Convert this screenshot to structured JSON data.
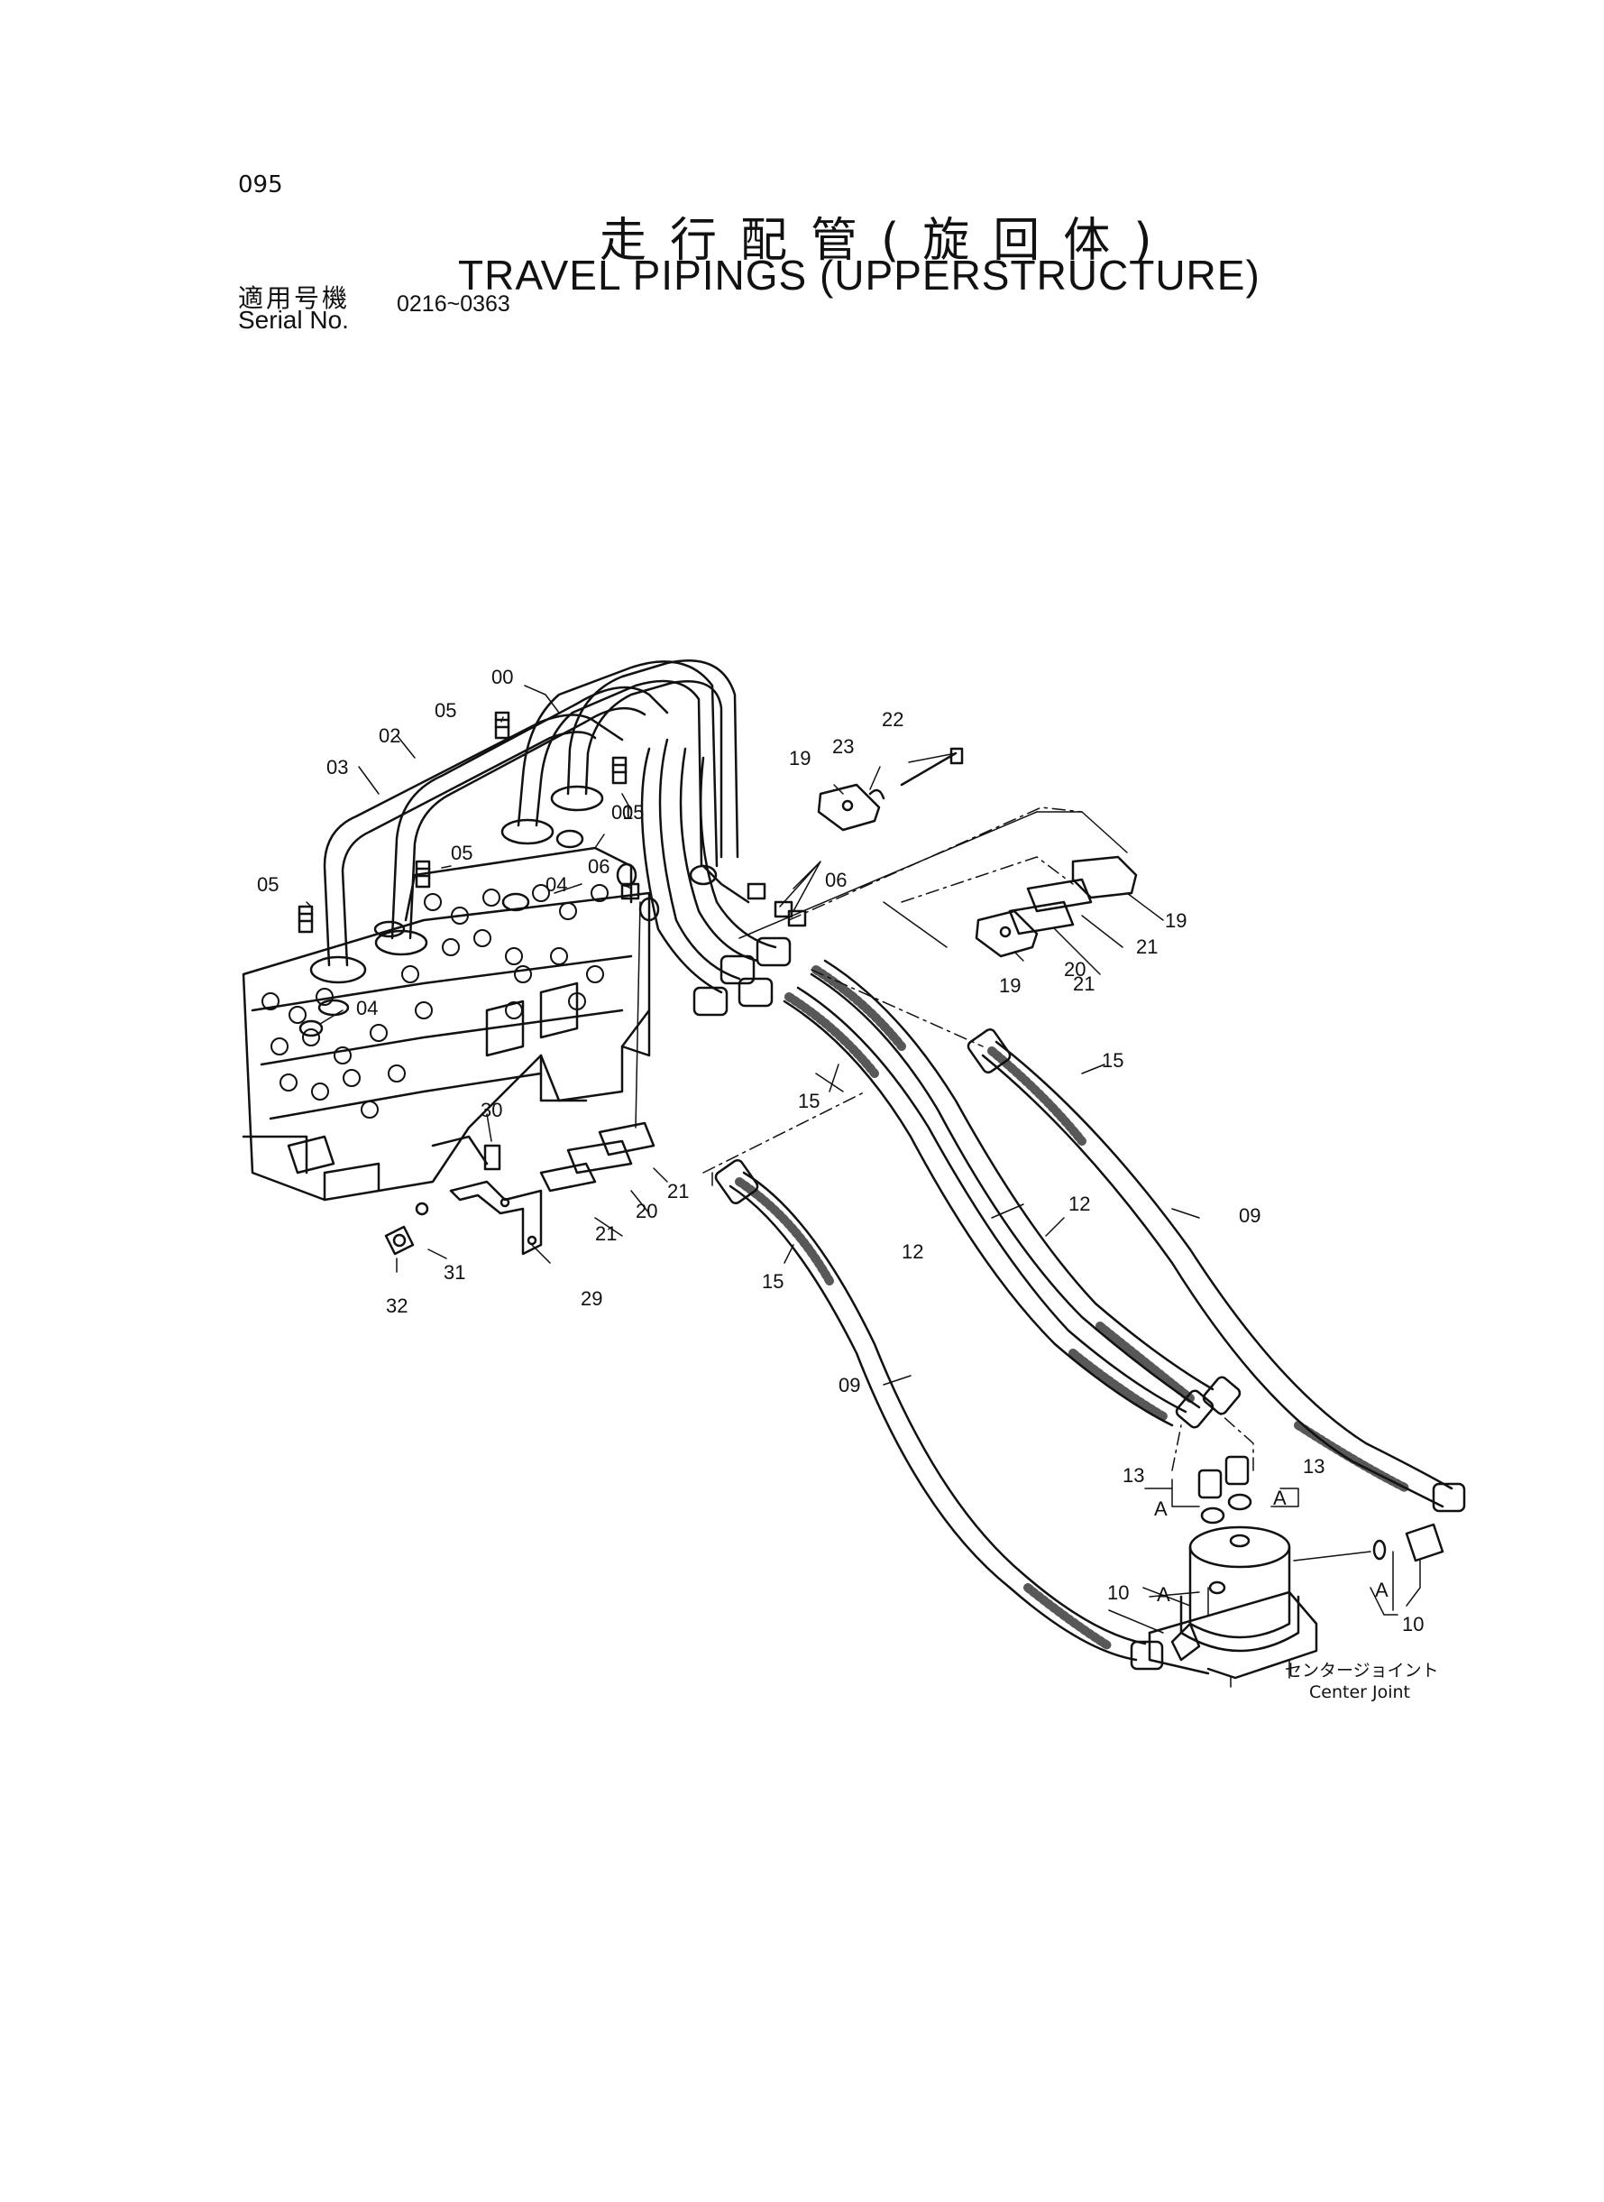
{
  "header": {
    "page_number": "095",
    "title_jp": "走行配管(旋回体)",
    "title_en": "TRAVEL PIPINGS (UPPERSTRUCTURE)",
    "serial_label_jp": "適用号機",
    "serial_label_en": "Serial No.",
    "serial_range": "0216~0363"
  },
  "callouts": {
    "c00": "00",
    "c01": "01",
    "c02": "02",
    "c03": "03",
    "c04a": "04",
    "c04b": "04",
    "c05a": "05",
    "c05b": "05",
    "c05c": "05",
    "c05d": "05",
    "c06a": "06",
    "c06b": "06",
    "c09a": "09",
    "c09b": "09",
    "c10a": "10",
    "c10b": "10",
    "c12a": "12",
    "c12b": "12",
    "c13a": "13",
    "c13b": "13",
    "c15a": "15",
    "c15b": "15",
    "c15c": "15",
    "c19a": "19",
    "c19b": "19",
    "c19c": "19",
    "c20a": "20",
    "c20b": "20",
    "c21a": "21",
    "c21b": "21",
    "c21c": "21",
    "c21d": "21",
    "c22": "22",
    "c23": "23",
    "c29": "29",
    "c30": "30",
    "c31": "31",
    "c32": "32",
    "cA1": "A",
    "cA2": "A",
    "cA3": "A",
    "cA4": "A"
  },
  "center_joint": {
    "label_jp": "センタージョイント",
    "label_en": "Center Joint"
  }
}
